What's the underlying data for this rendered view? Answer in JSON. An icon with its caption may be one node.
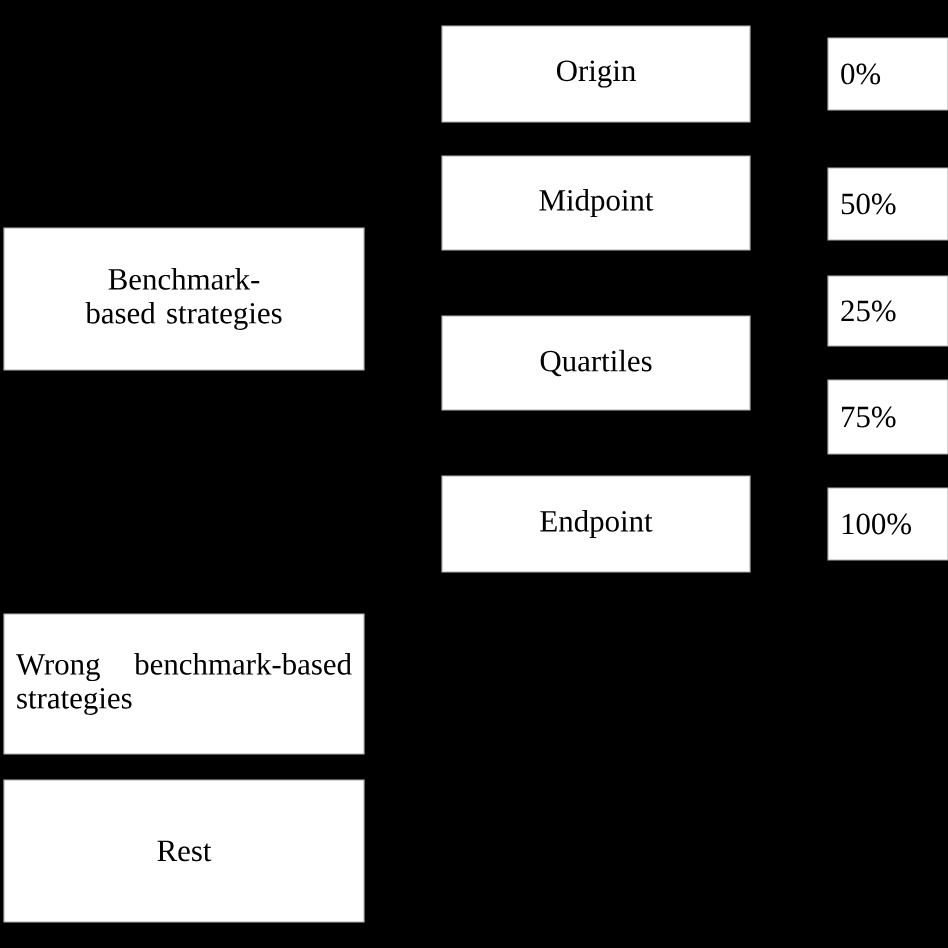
{
  "diagram": {
    "nodes": [
      {
        "text": [
          "Benchmark-based strategies"
        ]
      },
      {
        "text": [
          "Wrong benchmark-based strategies"
        ]
      },
      {
        "text": [
          "Rest"
        ]
      },
      {
        "text": [
          "Origin"
        ]
      },
      {
        "text": [
          "Midpoint"
        ]
      },
      {
        "text": [
          "Quartiles"
        ]
      },
      {
        "text": [
          "Endpoint"
        ]
      },
      {
        "text": [
          "0%"
        ]
      },
      {
        "text": [
          "50%"
        ]
      },
      {
        "text": [
          "25%"
        ]
      },
      {
        "text": [
          "75%"
        ]
      },
      {
        "text": [
          "100%"
        ]
      }
    ]
  }
}
